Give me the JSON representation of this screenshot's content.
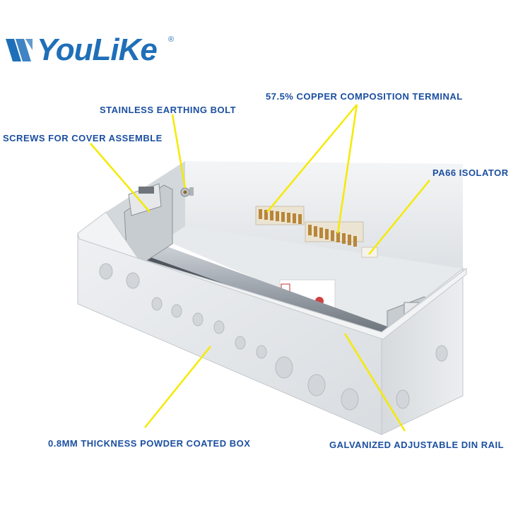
{
  "brand": {
    "name": "YouLiKe",
    "registered_mark": "®",
    "color": "#1f6fb8"
  },
  "callouts": {
    "copper_terminal": "57.5% COPPER COMPOSITION TERMINAL",
    "earthing_bolt": "STAINLESS EARTHING BOLT",
    "cover_screws": "SCREWS FOR COVER ASSEMBLE",
    "isolator": "PA66 ISOLATOR",
    "box": "0.8MM THICKNESS POWDER COATED BOX",
    "din_rail": "GALVANIZED ADJUSTABLE DIN RAIL"
  },
  "colors": {
    "label_text": "#1b4fa0",
    "leader_line": "#f5ea00",
    "box_body": "#e4e7ea",
    "copper": "#b8863a"
  }
}
